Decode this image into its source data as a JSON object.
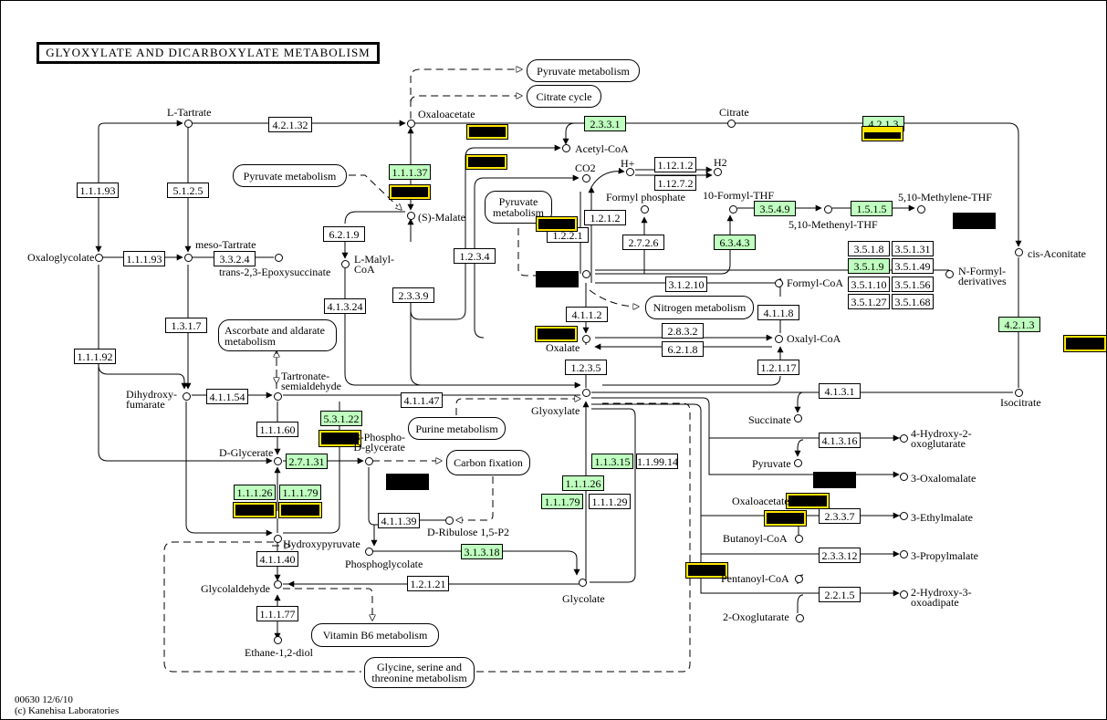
{
  "title": "GLYOXYLATE AND DICARBOXYLATE METABOLISM",
  "footer": {
    "map_id": "00630 12/6/10",
    "copyright": "(c) Kanehisa Laboratories"
  },
  "colors": {
    "highlight": "#bfffbf",
    "outline": "#ffe600",
    "line": "#000000"
  },
  "maps": {
    "pyruvate_top": "Pyruvate metabolism",
    "citrate_cycle": "Citrate cycle",
    "pyruvate_left": "Pyruvate metabolism",
    "pyruvate_mid": "Pyruvate metabolism",
    "nitrogen": "Nitrogen metabolism",
    "ascorbate": "Ascorbate and aldarate metabolism",
    "purine": "Purine metabolism",
    "carbon_fixation": "Carbon fixation",
    "vitamin_b6": "Vitamin B6 metabolism",
    "glycine": "Glycine, serine and threonine metabolism"
  },
  "compounds": {
    "l_tartrate": "L-Tartrate",
    "oxaloacetate": "Oxaloacetate",
    "citrate": "Citrate",
    "acetyl_coa": "Acetyl-CoA",
    "co2": "CO2",
    "h_plus": "H+",
    "h2": "H2",
    "formyl_phosphate": "Formyl phosphate",
    "formyl_thf": "10-Formyl-THF",
    "methenyl_thf": "5,10-Methenyl-THF",
    "methylene_thf": "5,10-Methylene-THF",
    "s_malate": "(S)-Malate",
    "oxaloglycolate": "Oxaloglycolate",
    "meso_tartrate": "meso-Tartrate",
    "epoxysuccinate": "trans-2,3-Epoxysuccinate",
    "l_malyl_coa": "L-Malyl-CoA",
    "cis_aconitate": "cis-Aconitate",
    "n_formyl": "N-Formyl-derivatives",
    "formyl_coa": "Formyl-CoA",
    "oxalate": "Oxalate",
    "oxalyl_coa": "Oxalyl-CoA",
    "dihydroxyfumarate": "Dihydroxy-fumarate",
    "tartronate": "Tartronate-semialdehyde",
    "glyoxylate": "Glyoxylate",
    "isocitrate": "Isocitrate",
    "succinate": "Succinate",
    "hydroxy_oxoglutarate": "4-Hydroxy-2-oxoglutarate",
    "pyruvate": "Pyruvate",
    "oxalomalate": "3-Oxalomalate",
    "oxaloacetate2": "Oxaloacetate",
    "ethylmalate": "3-Ethylmalate",
    "butanoyl_coa": "Butanoyl-CoA",
    "propylmalate": "3-Propylmalate",
    "pentanoyl_coa": "Pentanoyl-CoA",
    "hydroxy_oxoadipate": "2-Hydroxy-3-oxoadipate",
    "oxoglutarate": "2-Oxoglutarate",
    "d_glycerate": "D-Glycerate",
    "phosphoglycerate": "3-Phospho-D-glycerate",
    "d_ribulose": "D-Ribulose 1,5-P2",
    "phosphoglycolate": "Phosphoglycolate",
    "hydroxypyruvate": "Hydroxypyruvate",
    "glycolaldehyde": "Glycolaldehyde",
    "glycolate": "Glycolate",
    "ethanediol": "Ethane-1,2-diol"
  },
  "enzymes": [
    {
      "id": "4.2.1.32",
      "hl": false
    },
    {
      "id": "2.3.3.1",
      "hl": true
    },
    {
      "id": "4.2.1.3",
      "hl": true
    },
    {
      "id": "1.1.1.93",
      "hl": false
    },
    {
      "id": "5.1.2.5",
      "hl": false
    },
    {
      "id": "1.1.1.37",
      "hl": true
    },
    {
      "id": "1.12.1.2",
      "hl": false
    },
    {
      "id": "1.12.7.2",
      "hl": false
    },
    {
      "id": "1.2.1.2",
      "hl": false
    },
    {
      "id": "1.2.2.1",
      "hl": false
    },
    {
      "id": "2.7.2.6",
      "hl": false
    },
    {
      "id": "3.5.4.9",
      "hl": true
    },
    {
      "id": "1.5.1.5",
      "hl": true
    },
    {
      "id": "6.3.4.3",
      "hl": true
    },
    {
      "id": "6.2.1.9",
      "hl": false
    },
    {
      "id": "1.2.3.4",
      "hl": false
    },
    {
      "id": "1.1.1.93",
      "hl": false
    },
    {
      "id": "3.3.2.4",
      "hl": false
    },
    {
      "id": "3.5.1.8",
      "hl": false
    },
    {
      "id": "3.5.1.31",
      "hl": false
    },
    {
      "id": "3.5.1.9",
      "hl": true
    },
    {
      "id": "3.5.1.49",
      "hl": false
    },
    {
      "id": "3.5.1.10",
      "hl": false
    },
    {
      "id": "3.5.1.56",
      "hl": false
    },
    {
      "id": "3.5.1.27",
      "hl": false
    },
    {
      "id": "3.5.1.68",
      "hl": false
    },
    {
      "id": "3.1.2.10",
      "hl": false
    },
    {
      "id": "2.3.3.9",
      "hl": false
    },
    {
      "id": "4.1.3.24",
      "hl": false
    },
    {
      "id": "4.1.1.2",
      "hl": false
    },
    {
      "id": "4.1.1.8",
      "hl": false
    },
    {
      "id": "2.8.3.2",
      "hl": false
    },
    {
      "id": "6.2.1.8",
      "hl": false
    },
    {
      "id": "4.2.1.3",
      "hl": true
    },
    {
      "id": "1.3.1.7",
      "hl": false
    },
    {
      "id": "1.1.1.92",
      "hl": false
    },
    {
      "id": "1.2.3.5",
      "hl": false
    },
    {
      "id": "1.2.1.17",
      "hl": false
    },
    {
      "id": "4.1.1.54",
      "hl": false
    },
    {
      "id": "4.1.1.47",
      "hl": false
    },
    {
      "id": "4.1.3.1",
      "hl": false
    },
    {
      "id": "1.1.1.60",
      "hl": false
    },
    {
      "id": "5.3.1.22",
      "hl": true
    },
    {
      "id": "4.1.3.16",
      "hl": false
    },
    {
      "id": "2.7.1.31",
      "hl": true
    },
    {
      "id": "1.1.3.15",
      "hl": true
    },
    {
      "id": "1.1.99.14",
      "hl": false
    },
    {
      "id": "1.1.1.26",
      "hl": true
    },
    {
      "id": "1.1.1.79",
      "hl": true
    },
    {
      "id": "1.1.1.26",
      "hl": true
    },
    {
      "id": "1.1.1.79",
      "hl": true
    },
    {
      "id": "1.1.1.29",
      "hl": false
    },
    {
      "id": "4.1.1.39",
      "hl": false
    },
    {
      "id": "2.3.3.7",
      "hl": false
    },
    {
      "id": "3.1.3.18",
      "hl": true
    },
    {
      "id": "2.3.3.12",
      "hl": false
    },
    {
      "id": "4.1.1.40",
      "hl": false
    },
    {
      "id": "1.2.1.21",
      "hl": false
    },
    {
      "id": "2.2.1.5",
      "hl": false
    },
    {
      "id": "1.1.1.77",
      "hl": false
    }
  ]
}
